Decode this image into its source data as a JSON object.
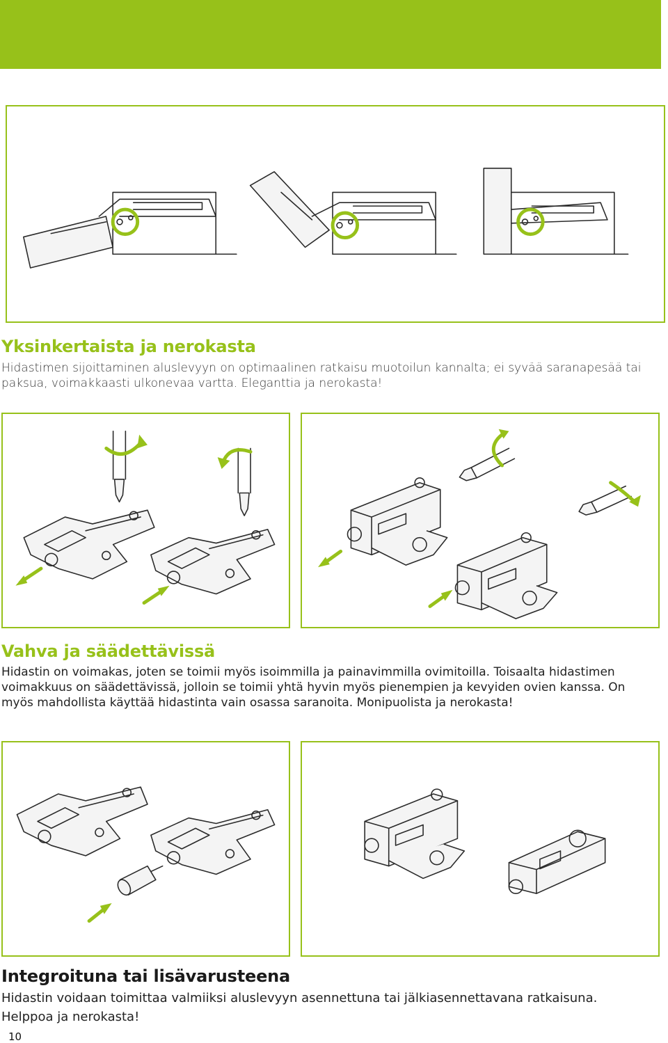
{
  "colors": {
    "accent": "#97c11a",
    "text": "#1a1a1a"
  },
  "sections": [
    {
      "heading": "Yksinkertaista ja nerokasta",
      "body": "Hidastimen sijoittaminen aluslevyyn on optimaalinen ratkaisu muotoilun kannalta; ei syvää saranapesää tai paksua, voimakkaasti ulkonevaa vartta. Eleganttia ja nerokasta!"
    },
    {
      "heading": "Vahva ja säädettävissä",
      "body": "Hidastin on voimakas, joten se toimii myös isoimmilla ja painavimmilla ovimitoilla. Toisaalta hidastimen voimakkuus on säädettävissä, jolloin se toimii yhtä hyvin myös pienempien ja kevyiden ovien kanssa. On myös mahdollista käyttää hidastinta vain osassa saranoita. Monipuolista ja nerokasta!"
    },
    {
      "heading": "Integroituna tai lisävarusteena",
      "body": "Hidastin voidaan toimittaa valmiiksi aluslevyyn asennettuna tai jälkiasennettavana ratkaisuna. Helppoa ja nerokasta!"
    }
  ],
  "page_number": "10"
}
